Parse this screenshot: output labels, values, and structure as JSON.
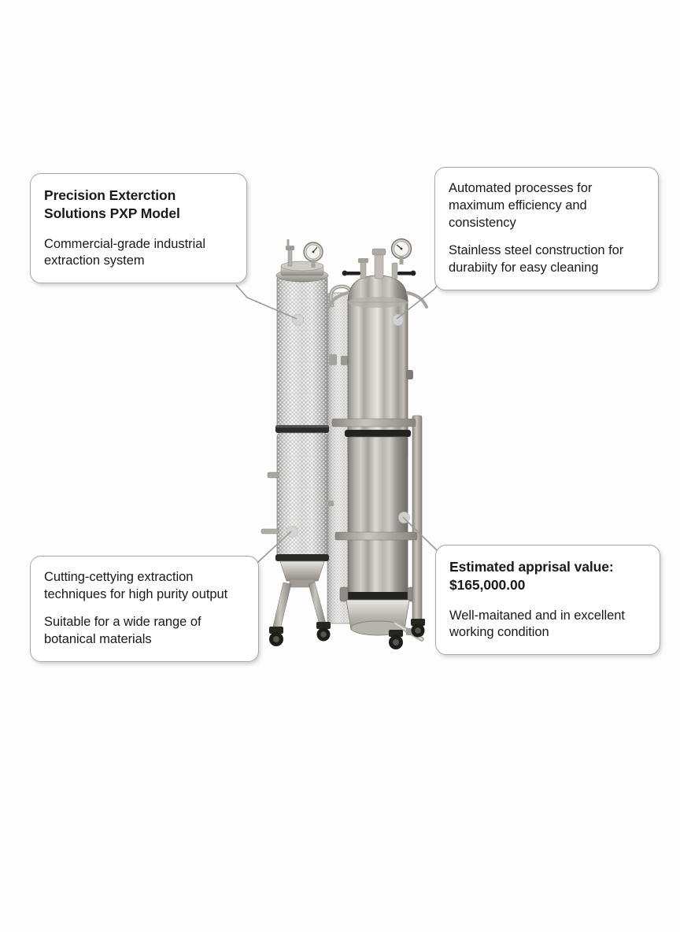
{
  "page": {
    "background_color": "#fdfdfd",
    "subject": "industrial-extraction-system-photo"
  },
  "photo": {
    "alt_name": "precision-extraction-system",
    "description": "Stainless steel industrial extraction system with insulated columns on mobile frame"
  },
  "callouts": [
    {
      "id": "top-left",
      "title": "Precision Exterction\nSolutions PXP Model",
      "title_line1": "Precision Exterction",
      "title_line2": "Solutions PXP Model",
      "body1": "Commercial-grade industrial extraction system",
      "body2": ""
    },
    {
      "id": "top-right",
      "body1": "Automated processes for maximum efficiency and consistency",
      "body2": "Stainless steel construction for durabiity for easy cleaning"
    },
    {
      "id": "bottom-left",
      "body1": "Cutting-cettying extraction techniques for high purity output",
      "body2": "Suitable for a wide range of botanical materials"
    },
    {
      "id": "bottom-right",
      "title_line1": "Estimated apprisal value:",
      "title_line2": "$165,000.00",
      "body1": "Well-maitaned and in excellent working condition",
      "value_amount": "$165,000.00"
    }
  ],
  "colors": {
    "callout_border": "#a8a8a8",
    "callout_background": "#ffffff",
    "text": "#1a1a1a",
    "leader_line": "#9a9a9a",
    "marker": "#d2d4d6"
  }
}
